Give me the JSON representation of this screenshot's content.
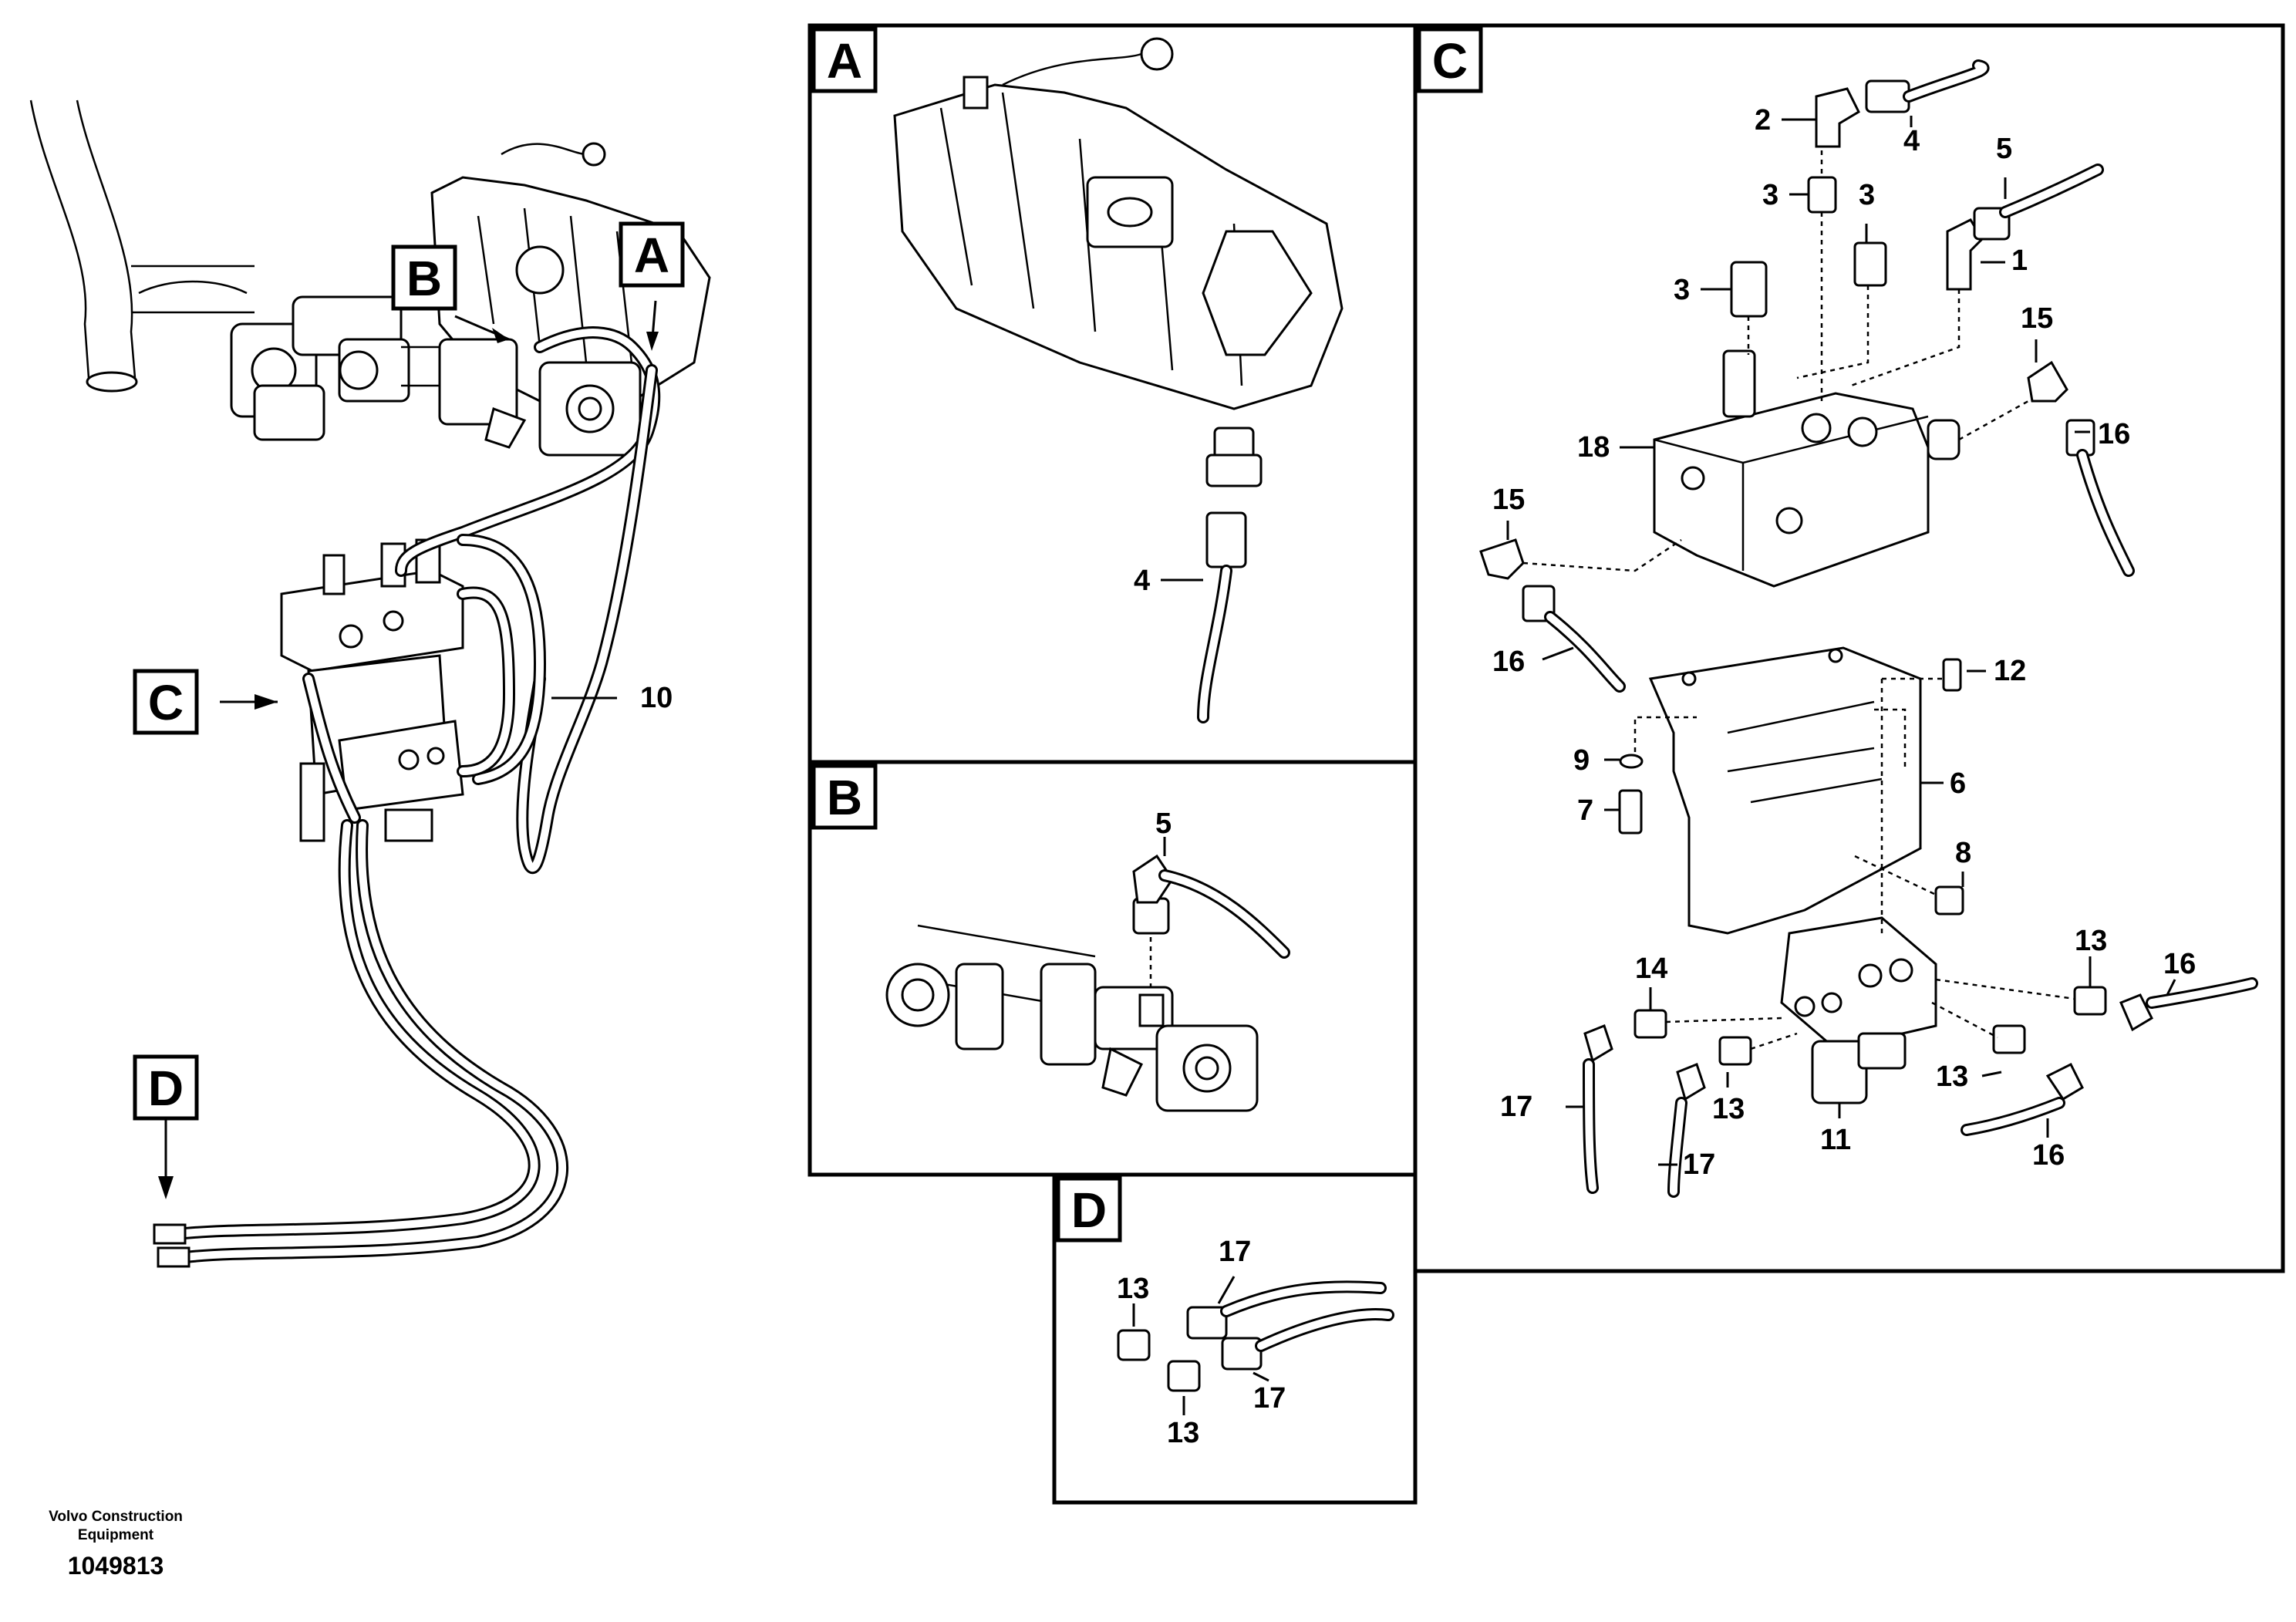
{
  "panels": {
    "A": {
      "letter": "A",
      "callouts": [
        "4"
      ]
    },
    "B": {
      "letter": "B",
      "callouts": [
        "5"
      ]
    },
    "C": {
      "letter": "C",
      "callouts": [
        "1",
        "2",
        "3",
        "3",
        "3",
        "4",
        "5",
        "6",
        "7",
        "8",
        "9",
        "11",
        "12",
        "13",
        "13",
        "13",
        "14",
        "15",
        "15",
        "16",
        "16",
        "16",
        "17",
        "17",
        "18"
      ]
    },
    "D": {
      "letter": "D",
      "callouts": [
        "13",
        "13",
        "17",
        "17"
      ]
    }
  },
  "overview": {
    "tags": [
      "A",
      "B",
      "C",
      "D"
    ],
    "callouts": [
      "10"
    ]
  },
  "footer": {
    "maker_line1": "Volvo Construction",
    "maker_line2": "Equipment",
    "doc_number": "1049813"
  }
}
